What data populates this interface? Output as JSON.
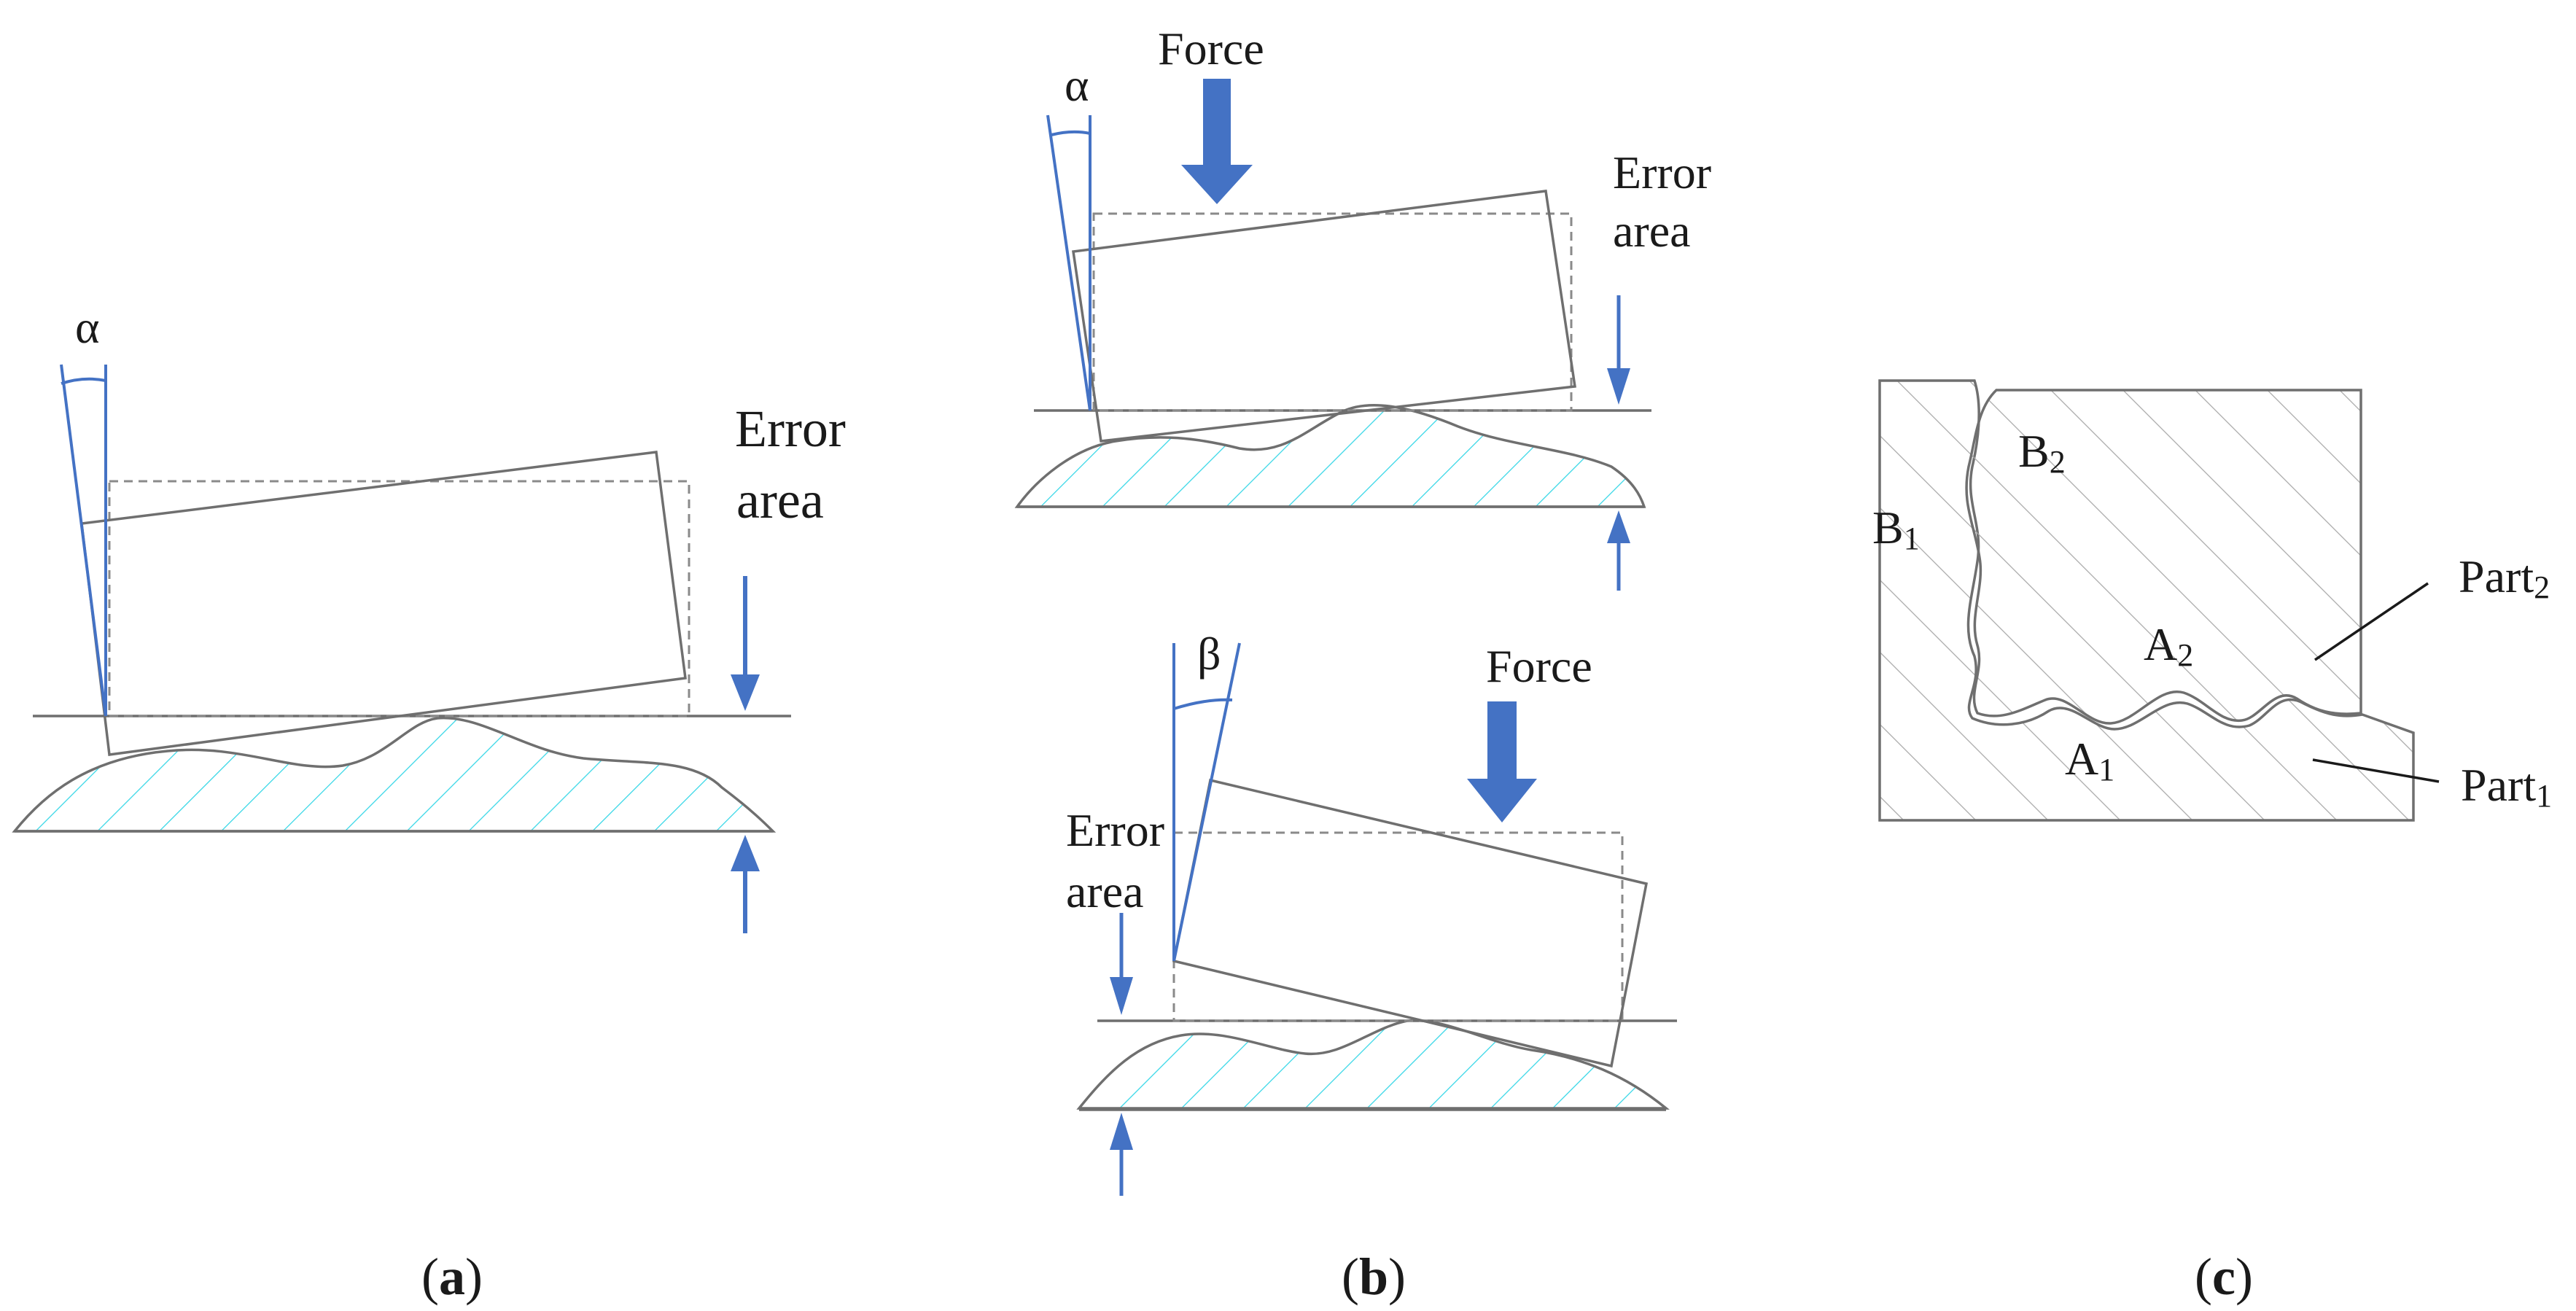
{
  "panel_a": {
    "angle_label": "α",
    "error_label_line1": "Error",
    "error_label_line2": "area",
    "caption_open": "(",
    "caption_letter": "a",
    "caption_close": ")"
  },
  "panel_b": {
    "top": {
      "force_label": "Force",
      "angle_label": "α",
      "error_label_line1": "Error",
      "error_label_line2": "area"
    },
    "bottom": {
      "force_label": "Force",
      "angle_label": "β",
      "error_label_line1": "Error",
      "error_label_line2": "area"
    },
    "caption_open": "(",
    "caption_letter": "b",
    "caption_close": ")"
  },
  "panel_c": {
    "b1": "B",
    "b1_sub": "1",
    "b2": "B",
    "b2_sub": "2",
    "a1": "A",
    "a1_sub": "1",
    "a2": "A",
    "a2_sub": "2",
    "part2": "Part",
    "part2_sub": "2",
    "part1": "Part",
    "part1_sub": "1",
    "caption_open": "(",
    "caption_letter": "c",
    "caption_close": ")"
  },
  "colors": {
    "accent_blue": "#4472c4",
    "hatch_cyan": "#33d6e6",
    "outline_gray": "#6f6f6f"
  }
}
